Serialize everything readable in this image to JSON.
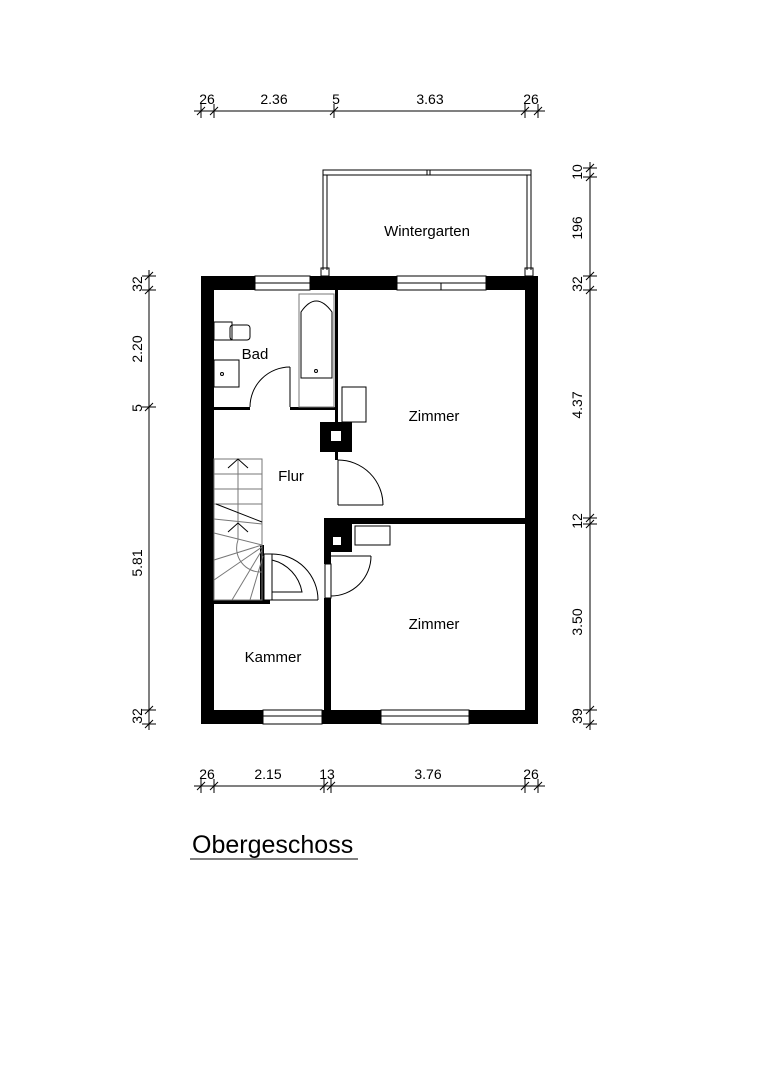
{
  "title": "Obergeschoss",
  "rooms": {
    "wintergarten": "Wintergarten",
    "bad": "Bad",
    "flur": "Flur",
    "zimmer_top": "Zimmer",
    "zimmer_bottom": "Zimmer",
    "kammer": "Kammer"
  },
  "dimensions": {
    "top": [
      "26",
      "2.36",
      "5",
      "3.63",
      "26"
    ],
    "bottom": [
      "26",
      "2.15",
      "13",
      "3.76",
      "26"
    ],
    "left": [
      "32",
      "2.20",
      "5",
      "5.81",
      "32"
    ],
    "right": [
      "10",
      "196",
      "32",
      "4.37",
      "12",
      "3.50",
      "39"
    ]
  }
}
